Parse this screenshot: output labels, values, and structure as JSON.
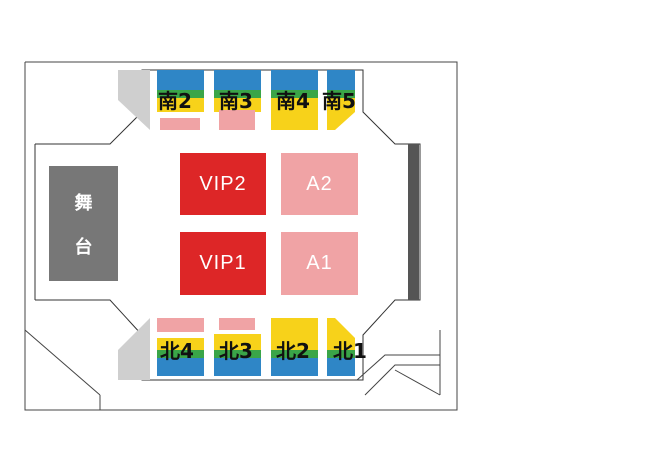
{
  "stage": {
    "chars": [
      "舞",
      "台"
    ]
  },
  "floor_zones": [
    {
      "id": "vip2",
      "label": "VIP2",
      "kind": "vip"
    },
    {
      "id": "a2",
      "label": "A2",
      "kind": "a"
    },
    {
      "id": "vip1",
      "label": "VIP1",
      "kind": "vip"
    },
    {
      "id": "a1",
      "label": "A1",
      "kind": "a"
    }
  ],
  "south_blocks": [
    "南2",
    "南3",
    "南4",
    "南5"
  ],
  "north_blocks": [
    "北4",
    "北3",
    "北2",
    "北1"
  ],
  "colors": {
    "vip": "#dd2627",
    "a_zone": "#f0a3a5",
    "stage": "#777777",
    "tier_blue": "#2f86c6",
    "tier_green": "#3aa548",
    "tier_yellow": "#f7d21a",
    "tier_pink": "#f0a3a5",
    "wall": "#555555"
  }
}
